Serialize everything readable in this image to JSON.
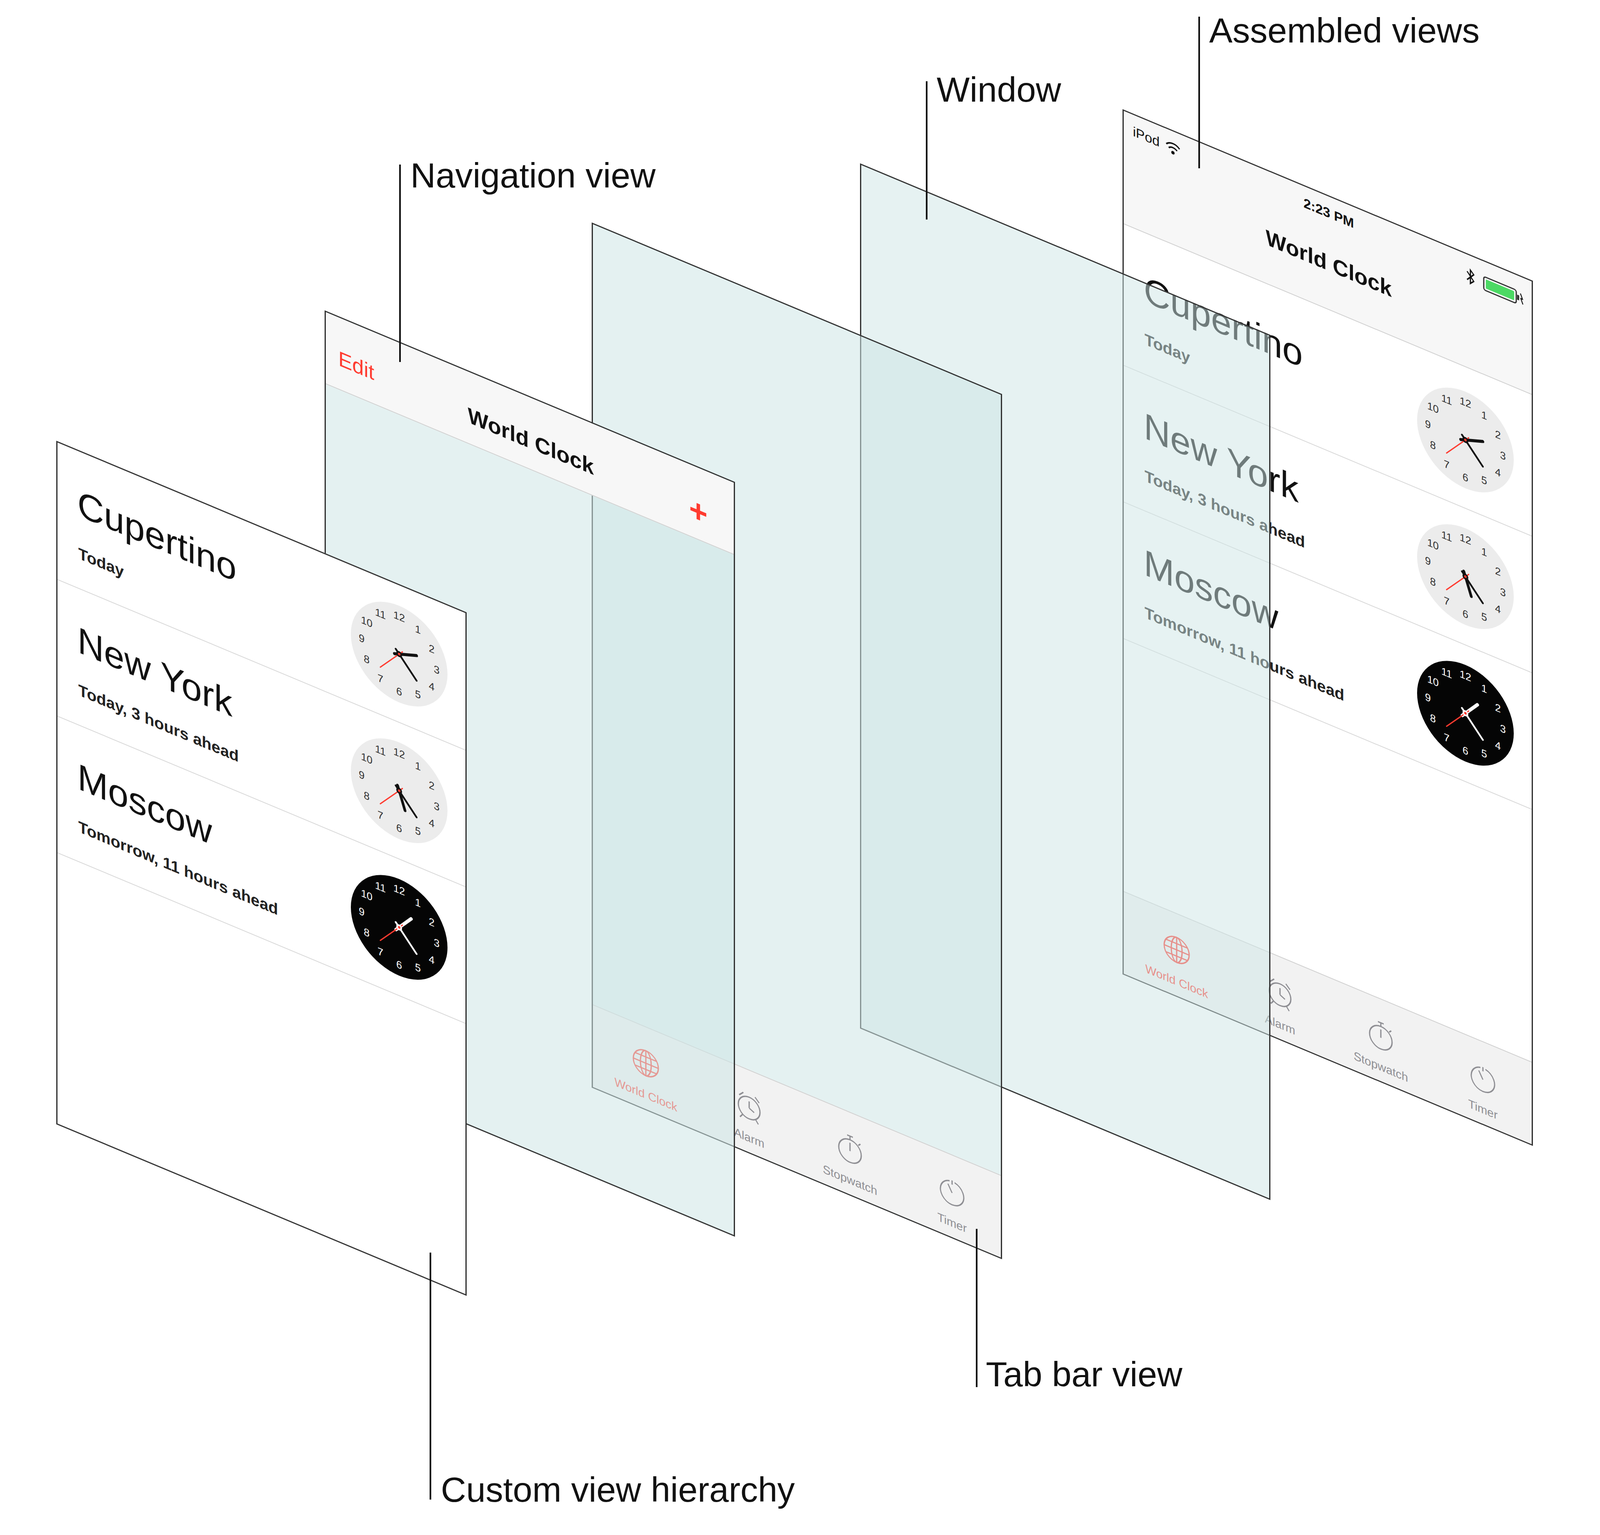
{
  "diagram": {
    "nodes": [
      {
        "text": [
          "Cupertino",
          "Today",
          "New York",
          "Today, 3 hours ahead",
          "Moscow",
          "Tomorrow, 11 hours ahead"
        ]
      },
      {
        "text": [
          "12",
          "1",
          "2",
          "3",
          "4",
          "5",
          "6",
          "7",
          "8",
          "9",
          "10",
          "11"
        ],
        "in": 0
      },
      {
        "text": [
          "12",
          "1",
          "2",
          "3",
          "4",
          "5",
          "6",
          "7",
          "8",
          "9",
          "10",
          "11"
        ],
        "in": 0
      },
      {
        "text": [
          "12",
          "1",
          "2",
          "3",
          "4",
          "5",
          "6",
          "7",
          "8",
          "9",
          "10",
          "11"
        ],
        "in": 0
      },
      {
        "text": [
          "Edit",
          "World Clock",
          "+"
        ]
      },
      {
        "text": [
          "World Clock",
          "Alarm",
          "Stopwatch",
          "Timer"
        ]
      },
      {
        "text": [
          "iPod",
          "2:23 PM",
          "World Clock",
          "Cupertino",
          "Today",
          "New York",
          "Today, 3 hours ahead",
          "Moscow",
          "Tomorrow, 11 hours ahead",
          "World Clock",
          "Alarm",
          "Stopwatch",
          "Timer"
        ]
      },
      {
        "text": [
          "12",
          "1",
          "2",
          "3",
          "4",
          "5",
          "6",
          "7",
          "8",
          "9",
          "10",
          "11"
        ],
        "in": 6
      },
      {
        "text": [
          "12",
          "1",
          "2",
          "3",
          "4",
          "5",
          "6",
          "7",
          "8",
          "9",
          "10",
          "11"
        ],
        "in": 6
      },
      {
        "text": [
          "12",
          "1",
          "2",
          "3",
          "4",
          "5",
          "6",
          "7",
          "8",
          "9",
          "10",
          "11"
        ],
        "in": 6
      }
    ],
    "labels": [
      "Navigation view",
      "Window",
      "Assembled views",
      "Tab bar view",
      "Custom view hierarchy"
    ]
  }
}
